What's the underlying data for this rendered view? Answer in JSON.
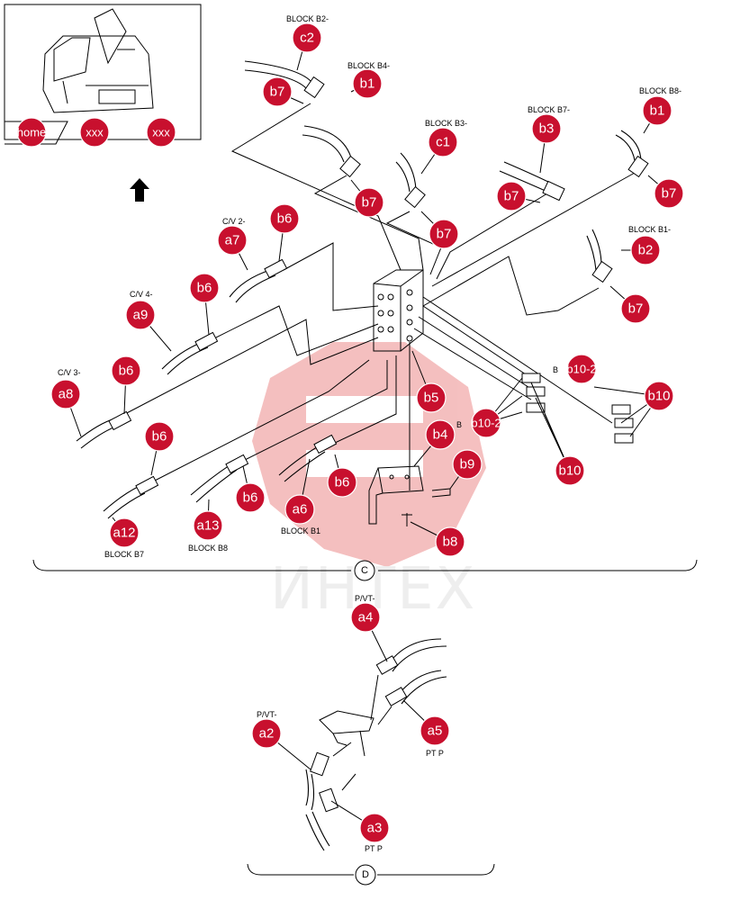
{
  "watermark": {
    "text": "ИНТЕХ",
    "color": "#e24b4b"
  },
  "section_captions": {
    "c": "C",
    "d": "D"
  },
  "nav": {
    "home": "home",
    "xxx1": "xxx",
    "xxx2": "xxx"
  },
  "callouts": {
    "c2": "c2",
    "b7": "b7",
    "b1": "b1",
    "c1": "c1",
    "b3": "b3",
    "b2": "b2",
    "b6": "b6",
    "a7": "a7",
    "a9": "a9",
    "a8": "a8",
    "b5": "b5",
    "b4": "b4",
    "b9": "b9",
    "b8": "b8",
    "a6": "a6",
    "a12": "a12",
    "a13": "a13",
    "b10": "b10",
    "b10_2": "b10-2",
    "a4": "a4",
    "a2": "a2",
    "a5": "a5",
    "a3": "a3"
  },
  "labels": {
    "block_b2": "BLOCK B2-",
    "block_b4": "BLOCK B4-",
    "block_b3": "BLOCK B3-",
    "block_b7": "BLOCK B7-",
    "block_b8": "BLOCK B8-",
    "block_b1": "BLOCK B1-",
    "cv2": "C/V 2-",
    "cv4": "C/V 4-",
    "cv3": "C/V 3-",
    "block_b1_bottom": "BLOCK B1",
    "block_b7_bottom": "BLOCK B7",
    "block_b8_bottom": "BLOCK B8",
    "pt_a4": "P/VT-",
    "pt_a2": "P/VT-",
    "pt_p_a5": "PT P",
    "pt_p_a3": "PT P",
    "b_left": "B",
    "b_right": "B"
  }
}
